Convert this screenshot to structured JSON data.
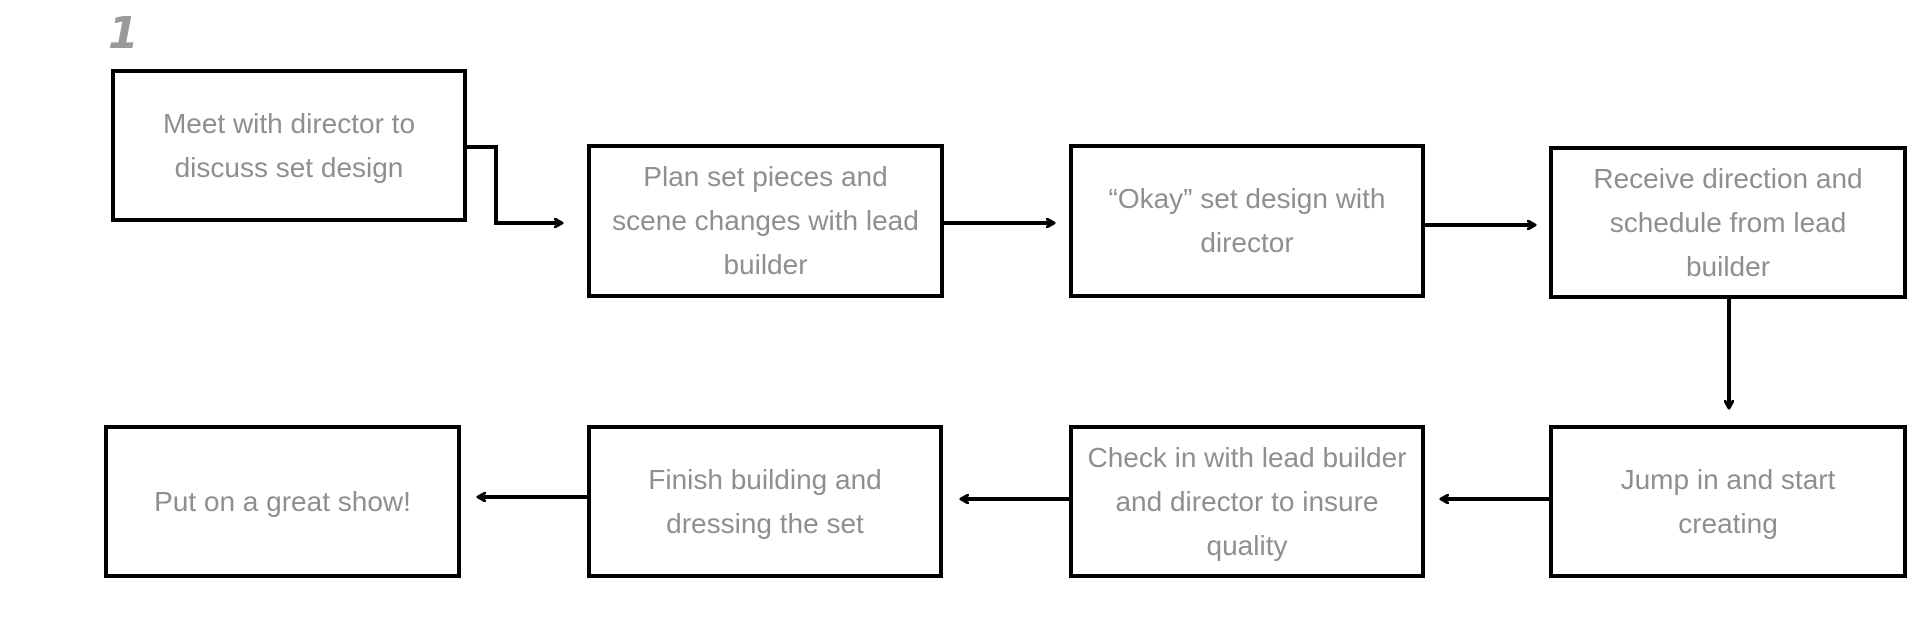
{
  "diagram": {
    "page_number": "1",
    "colors": {
      "box_border": "#000000",
      "box_text": "#8f8f8f",
      "page_number": "#9a9a9a",
      "arrow": "#000000"
    },
    "steps": [
      {
        "id": "step-1",
        "label": "Meet with director to discuss set design"
      },
      {
        "id": "step-2",
        "label": "Plan set pieces and scene changes with lead builder"
      },
      {
        "id": "step-3",
        "label": "“Okay” set design with director"
      },
      {
        "id": "step-4",
        "label": "Receive direction and schedule from lead builder"
      },
      {
        "id": "step-5",
        "label": "Jump in and start creating"
      },
      {
        "id": "step-6",
        "label": "Check in with lead builder and director to insure quality"
      },
      {
        "id": "step-7",
        "label": "Finish building and dressing the set"
      },
      {
        "id": "step-8",
        "label": "Put on a great show!"
      }
    ],
    "connections": [
      {
        "from": "step-1",
        "to": "step-2"
      },
      {
        "from": "step-2",
        "to": "step-3"
      },
      {
        "from": "step-3",
        "to": "step-4"
      },
      {
        "from": "step-4",
        "to": "step-5"
      },
      {
        "from": "step-5",
        "to": "step-6"
      },
      {
        "from": "step-6",
        "to": "step-7"
      },
      {
        "from": "step-7",
        "to": "step-8"
      }
    ]
  }
}
